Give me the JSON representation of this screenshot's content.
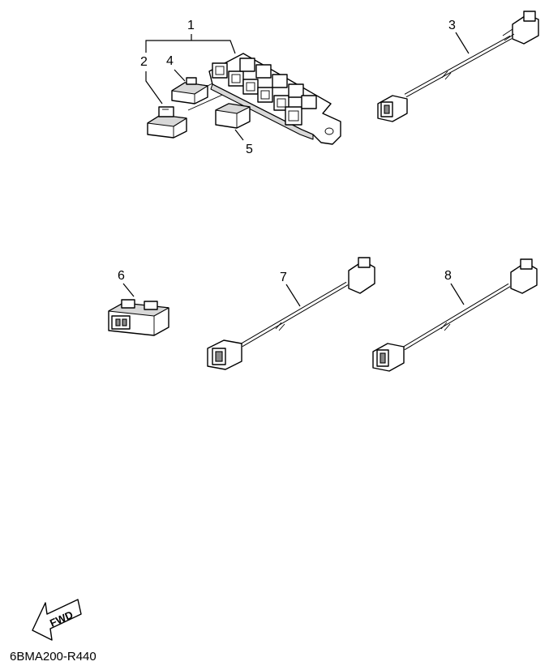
{
  "diagram": {
    "callouts": [
      "1",
      "2",
      "3",
      "4",
      "5",
      "6",
      "7",
      "8"
    ],
    "fwd_label": "FWD",
    "diagram_code": "6BMA200-R440"
  },
  "components": {
    "part_1": "junction-block",
    "part_2": "coupler",
    "part_3": "lead-harness",
    "part_4": "cap",
    "part_5": "cap",
    "part_6": "coupler",
    "part_7": "lead-harness",
    "part_8": "lead-harness"
  }
}
